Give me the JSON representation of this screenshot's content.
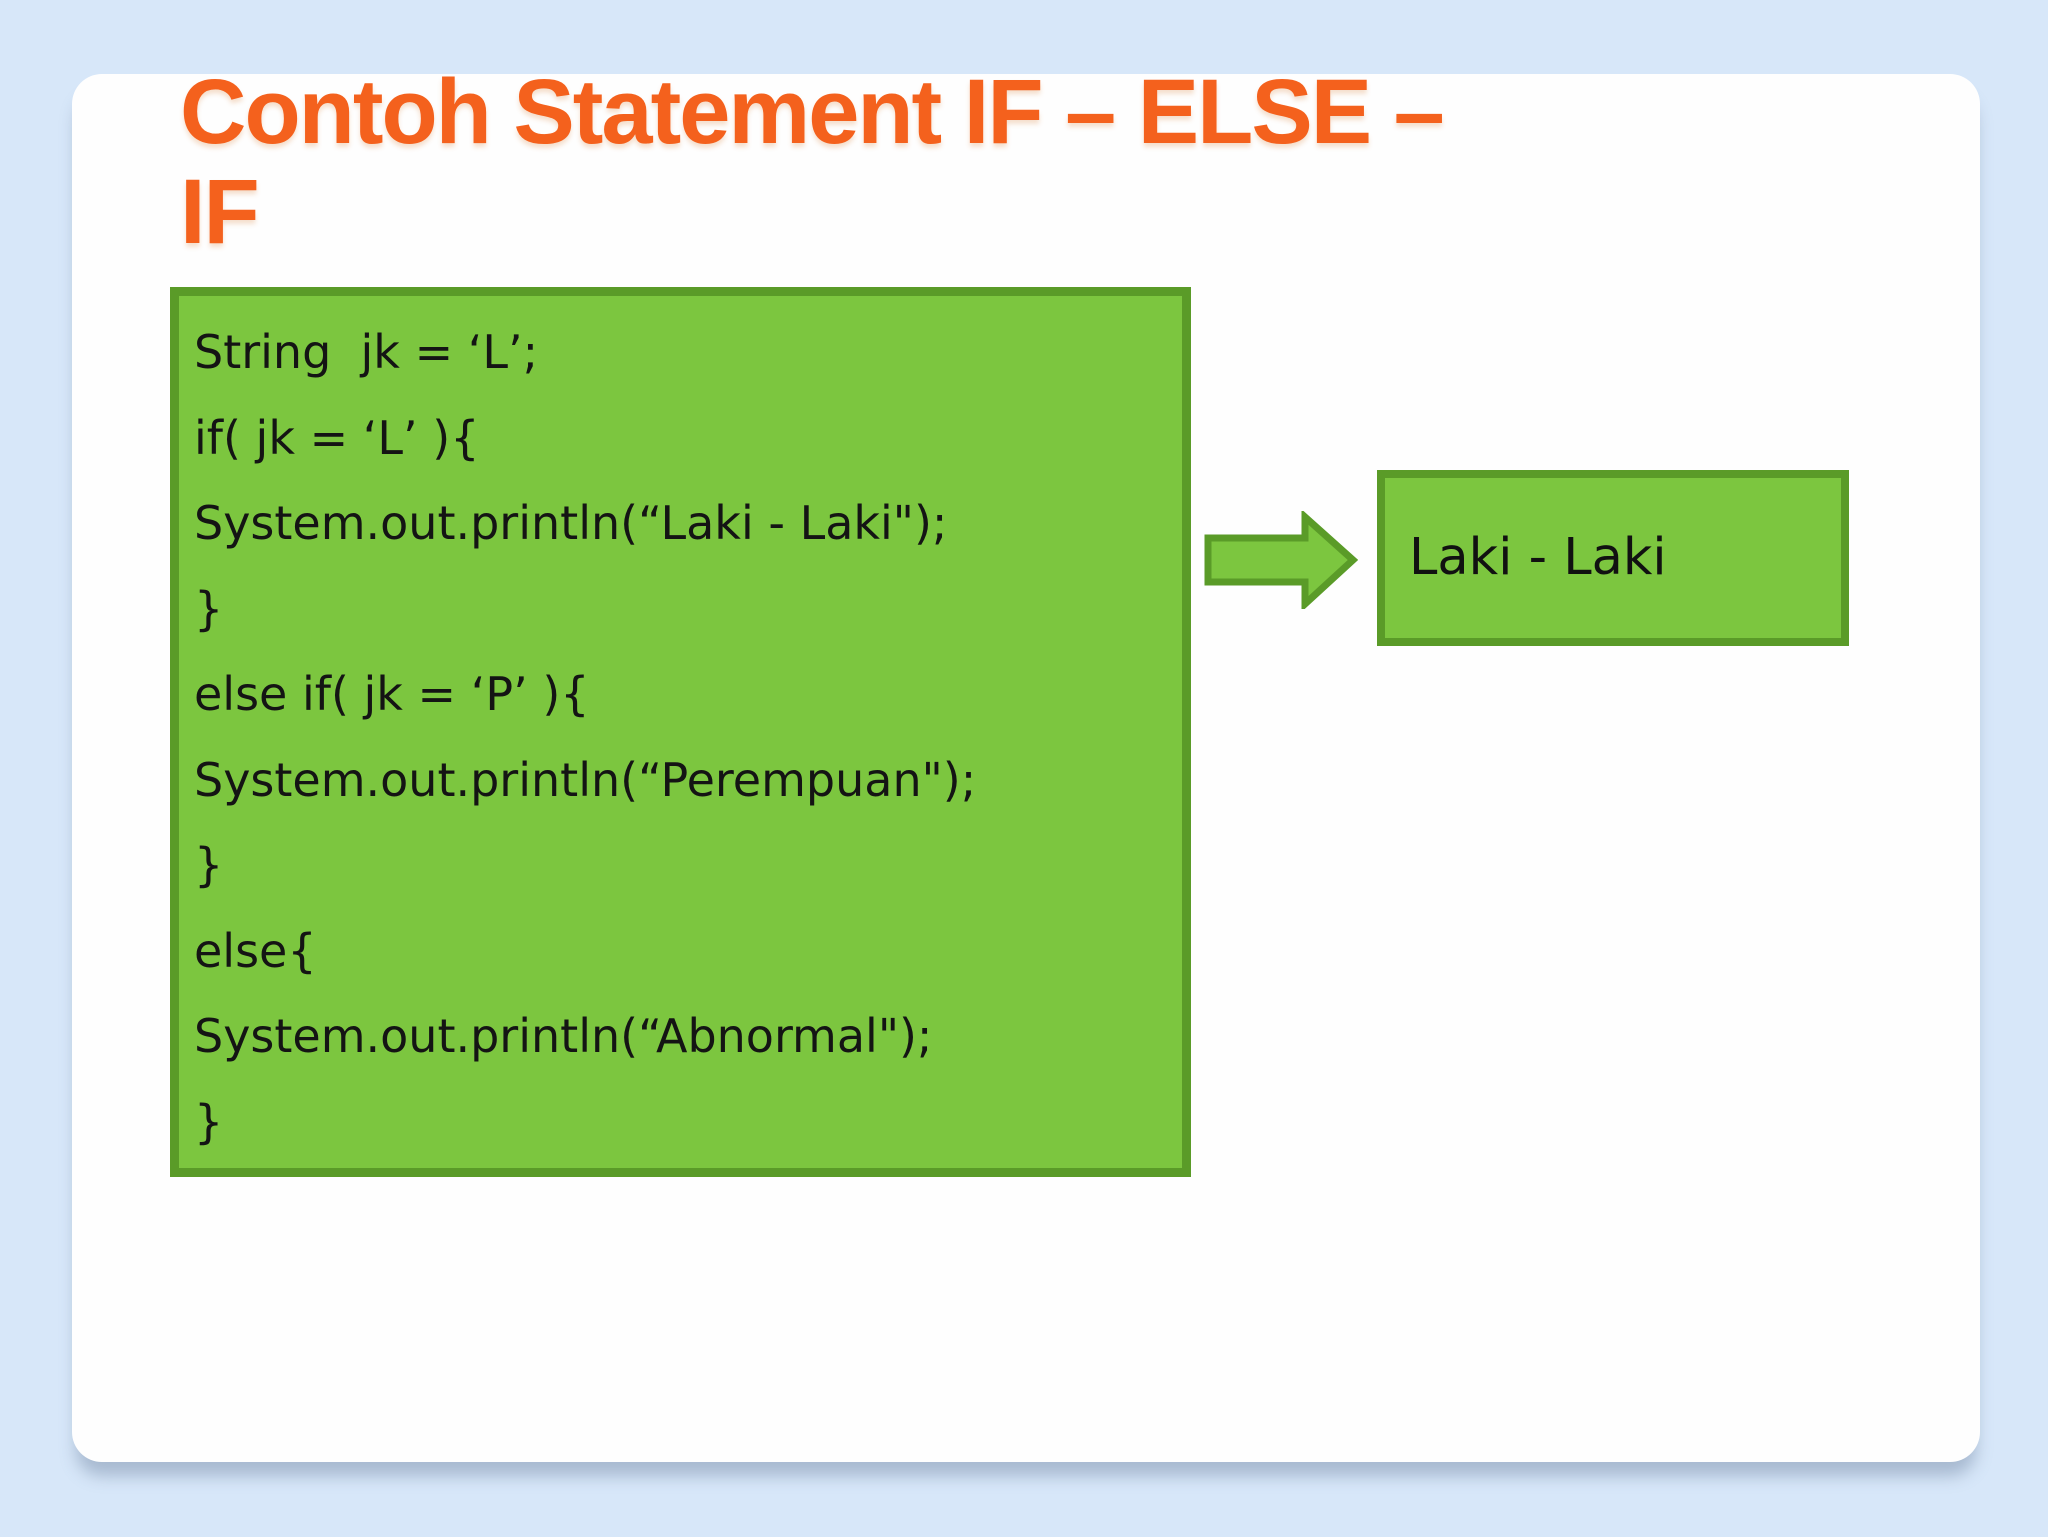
{
  "slide": {
    "background_color": "#D7E7F9",
    "card_color": "#FEFEFE",
    "title": {
      "line1": "Contoh Statement IF – ELSE –",
      "line2": "IF",
      "color": "#F4611D"
    }
  },
  "code_box": {
    "fill_color": "#7CC63F",
    "border_color": "#5A9B28",
    "lines": [
      "String  jk = ‘L’;",
      "if( jk = ‘L’ ){",
      "System.out.println(“Laki - Laki\");",
      "}",
      "else if( jk = ‘P’ ){",
      "System.out.println(“Perempuan\");",
      "}",
      "else{",
      "System.out.println(“Abnormal\");",
      "}"
    ]
  },
  "flow": {
    "arrow_icon": "right-block-arrow",
    "arrow_fill_color": "#7CC63F",
    "arrow_border_color": "#5A9B28",
    "output_box": {
      "label": "Laki - Laki",
      "fill_color": "#7CC63F",
      "border_color": "#5A9B28"
    }
  }
}
